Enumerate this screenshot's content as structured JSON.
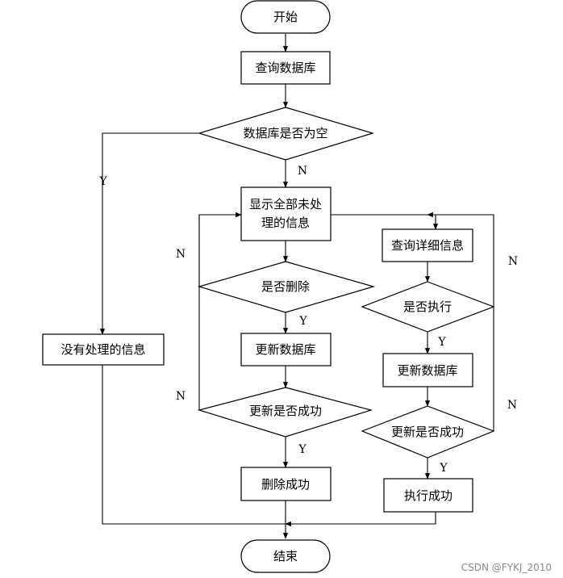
{
  "nodes": {
    "start": "开始",
    "query_db": "查询数据库",
    "db_empty": "数据库是否为空",
    "no_info": "没有处理的信息",
    "show_line1": "显示全部未处",
    "show_line2": "理的信息",
    "is_delete": "是否删除",
    "update_db_1": "更新数据库",
    "update_ok_1": "更新是否成功",
    "delete_ok": "删除成功",
    "query_detail": "查询详细信息",
    "is_execute": "是否执行",
    "update_db_2": "更新数据库",
    "update_ok_2": "更新是否成功",
    "execute_ok": "执行成功",
    "end": "结束"
  },
  "edge_labels": {
    "empty_yes": "Y",
    "empty_no": "N",
    "delete_no": "N",
    "delete_yes": "Y",
    "update1_no": "N",
    "update1_yes": "Y",
    "execute_no": "N",
    "execute_yes": "Y",
    "update2_no": "N",
    "update2_yes": "Y"
  },
  "watermark": "CSDN @FYKJ_2010"
}
